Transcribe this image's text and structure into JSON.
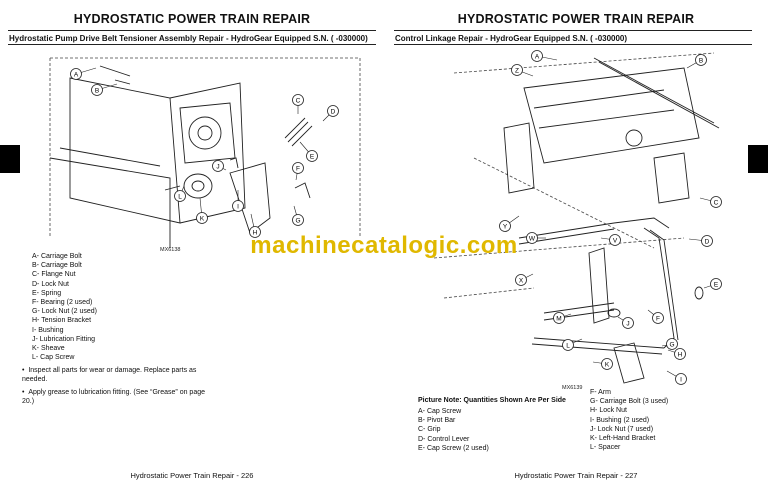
{
  "left": {
    "header": "HYDROSTATIC POWER TRAIN   REPAIR",
    "subtitle": "Hydrostatic Pump Drive Belt Tensioner Assembly Repair - HydroGear Equipped S.N. ( -030000)",
    "figure_code": "MX6138",
    "legend": [
      "A- Carriage Bolt",
      "B- Carriage Bolt",
      "C- Flange Nut",
      "D- Lock Nut",
      "E- Spring",
      "F- Bearing (2 used)",
      "G- Lock Nut (2 used)",
      "H- Tension Bracket",
      "I- Bushing",
      "J- Lubrication Fitting",
      "K- Sheave",
      "L- Cap Screw"
    ],
    "bullets": [
      "Inspect all parts for wear or damage. Replace parts as needed.",
      "Apply grease to lubrication fitting. (See “Grease” on page 20.)"
    ],
    "callouts": [
      "A",
      "B",
      "C",
      "D",
      "E",
      "F",
      "G",
      "H",
      "I",
      "J",
      "K",
      "L"
    ],
    "footer": "Hydrostatic Power Train   Repair  - 226"
  },
  "right": {
    "header": "HYDROSTATIC POWER TRAIN   REPAIR",
    "subtitle": "Control Linkage Repair - HydroGear Equipped S.N. ( -030000)",
    "figure_code": "MX6139",
    "picture_note": "Picture Note: Quantities Shown Are Per Side",
    "legend_col1": [
      "A- Cap Screw",
      "B- Pivot Bar",
      "C- Grip",
      "D- Control Lever",
      "E- Cap Screw (2 used)"
    ],
    "legend_col2": [
      "F- Arm",
      "G- Carriage Bolt (3 used)",
      "H- Lock Nut",
      "I- Bushing (2 used)",
      "J- Lock Nut (7 used)",
      "K- Left-Hand Bracket",
      "L- Spacer"
    ],
    "callouts": [
      "A",
      "B",
      "C",
      "D",
      "E",
      "F",
      "G",
      "H",
      "I",
      "J",
      "K",
      "L",
      "M",
      "V",
      "W",
      "X",
      "Y",
      "Z"
    ],
    "footer": "Hydrostatic Power Train   Repair  - 227"
  },
  "watermark": "machinecatalogic.com",
  "colors": {
    "watermark": "#e0b800",
    "tab": "#000000"
  }
}
